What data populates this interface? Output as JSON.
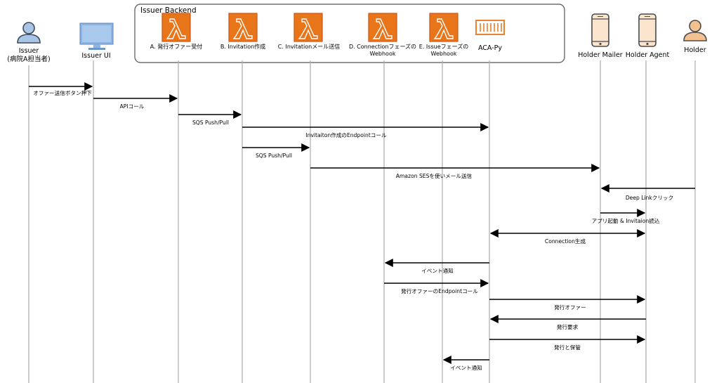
{
  "backend_group": {
    "label": "Issuer Backend"
  },
  "actors": {
    "issuer": {
      "line1": "Issuer",
      "line2": "(病院A担当者)",
      "icon": "user-icon-blue"
    },
    "issuer_ui": {
      "label": "Issuer UI",
      "icon": "monitor-icon"
    },
    "lambda_a": {
      "line1": "A. 発行オファー受付",
      "icon": "lambda-icon"
    },
    "lambda_b": {
      "line1": "B. Invitation作成",
      "icon": "lambda-icon"
    },
    "lambda_c": {
      "line1": "C. Invitationメール送信",
      "icon": "lambda-icon"
    },
    "lambda_d": {
      "line1": "D. Connectionフェーズの",
      "line2": "Webhook",
      "icon": "lambda-icon"
    },
    "lambda_e": {
      "line1": "E. Issueフェーズの",
      "line2": "Webhook",
      "icon": "lambda-icon"
    },
    "acapy": {
      "label": "ACA-Py",
      "icon": "container-icon"
    },
    "holder_mailer": {
      "label": "Holder Mailer",
      "icon": "smartphone-icon"
    },
    "holder_agent": {
      "label": "Holder Agent",
      "icon": "smartphone-icon"
    },
    "holder": {
      "label": "Holder",
      "icon": "user-icon-orange"
    }
  },
  "messages": [
    {
      "text": "オファー送信ボタン押下"
    },
    {
      "text": "APIコール"
    },
    {
      "text": "SQS Push/Pull"
    },
    {
      "text": "Invitaiton作成のEndpointコール"
    },
    {
      "text": "SQS Push/Pull"
    },
    {
      "text": "Amazon SESを使いメール送信"
    },
    {
      "text": "Deep Linkクリック"
    },
    {
      "text": "アプリ起動 & Invitaion読込"
    },
    {
      "text": "Connection生成"
    },
    {
      "text": "イベント通知"
    },
    {
      "text": "発行オファーのEndpointコール"
    },
    {
      "text": "発行オファー"
    },
    {
      "text": "発行要求"
    },
    {
      "text": "発行と保管"
    },
    {
      "text": "イベント通知"
    }
  ],
  "colors": {
    "lambda_orange": "#e8751a",
    "lambda_dark": "#c9581a",
    "monitor_blue": "#8db4e2",
    "user_blue": "#a9c4e4",
    "user_orange": "#f2c18f",
    "phone_fill": "#fbe5cf",
    "lifeline": "#b0b0b0",
    "arrow": "#000000"
  }
}
